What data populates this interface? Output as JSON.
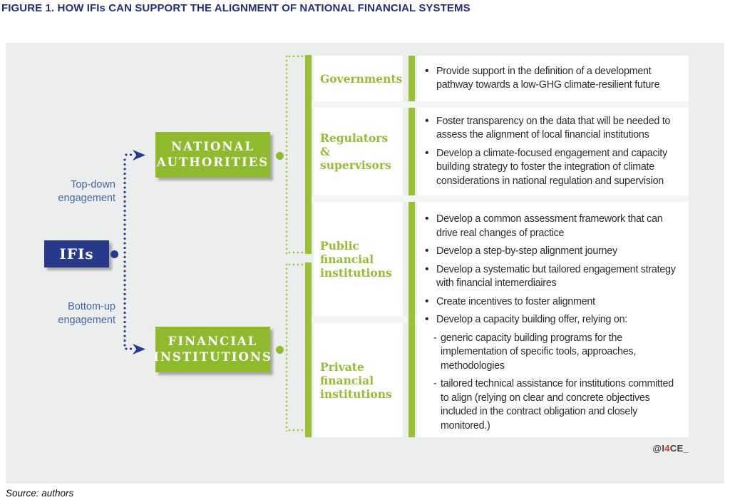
{
  "figure": {
    "title": "FIGURE 1. HOW IFIs CAN SUPPORT THE ALIGNMENT OF NATIONAL FINANCIAL SYSTEMS",
    "source_note": "Source: authors",
    "watermark": {
      "prefix": "@I",
      "highlight": "4",
      "suffix": "CE_"
    }
  },
  "colors": {
    "navy": "#26398b",
    "green": "#8fba2e",
    "bar_green": "#98c233",
    "dotted_green": "#a2c93c",
    "panel_gray": "#ebeeec",
    "label_blue": "#4565a4",
    "body_text": "#2b2b2b",
    "watermark_red": "#dc3726"
  },
  "left_flow": {
    "ifis_label": "IFIs",
    "top_engagement": {
      "lines": [
        "Top-down",
        "engagement"
      ]
    },
    "bottom_engagement": {
      "lines": [
        "Bottom-up",
        "engagement"
      ]
    },
    "national_authorities": {
      "lines": [
        "NATIONAL",
        "AUTHORITIES"
      ]
    },
    "financial_institutions": {
      "lines": [
        "FINANCIAL",
        "INSTITUTIONS"
      ]
    }
  },
  "categories": [
    {
      "lines": [
        "Governments"
      ]
    },
    {
      "lines": [
        "Regulators",
        "&",
        "supervisors"
      ]
    },
    {
      "lines": [
        "Public",
        "financial",
        "institutions"
      ]
    },
    {
      "lines": [
        "Private",
        "financial",
        "institutions"
      ]
    }
  ],
  "detail_boxes": [
    {
      "items": [
        {
          "type": "bullet",
          "text": "Provide support in the definition of a development pathway towards a low-GHG climate-resilient future"
        }
      ]
    },
    {
      "items": [
        {
          "type": "bullet",
          "text": "Foster transparency on the data that will be needed to assess the alignment of local financial institutions"
        },
        {
          "type": "bullet",
          "text": "Develop a climate-focused engagement and capacity building strategy to foster the integration of climate considerations in national regulation and supervision"
        }
      ]
    },
    {
      "items": [
        {
          "type": "bullet",
          "text": "Develop a common assessment framework that can drive real changes of practice"
        },
        {
          "type": "bullet",
          "text": "Develop a step-by-step alignment journey"
        },
        {
          "type": "bullet",
          "text": "Develop a systematic but tailored engagement strategy with financial intemerdiaires"
        },
        {
          "type": "bullet",
          "text": "Create incentives to foster alignment"
        },
        {
          "type": "bullet",
          "text": "Develop a capacity building offer, relying on:"
        },
        {
          "type": "dash",
          "text": "generic capacity building programs for the implementation of specific tools, approaches, methodologies"
        },
        {
          "type": "dash",
          "text": "tailored technical assistance for institutions committed to align (relying on clear and concrete objectives included in the contract obligation and closely monitored.)"
        }
      ]
    }
  ]
}
